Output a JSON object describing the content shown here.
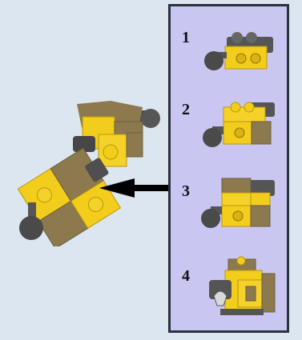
{
  "steps": [
    {
      "number": "1",
      "icon": "brick-with-ball-joint-step-1"
    },
    {
      "number": "2",
      "icon": "brick-with-ball-joint-step-2"
    },
    {
      "number": "3",
      "icon": "brick-with-ball-joint-step-3"
    },
    {
      "number": "4",
      "icon": "brick-with-ball-joint-step-4"
    }
  ],
  "colors": {
    "background": "#dce6f1",
    "panel": "#c9c7f2",
    "panel_border": "#2a3140",
    "yellow": "#f2cd1b",
    "yellow_shade": "#c9a40a",
    "tan": "#8c7a4e",
    "dark_gray": "#555555",
    "ball": "#4a4a4a"
  },
  "main_figure_icon": "assembled-yellow-lego-model",
  "arrow_icon": "left-arrow-icon"
}
